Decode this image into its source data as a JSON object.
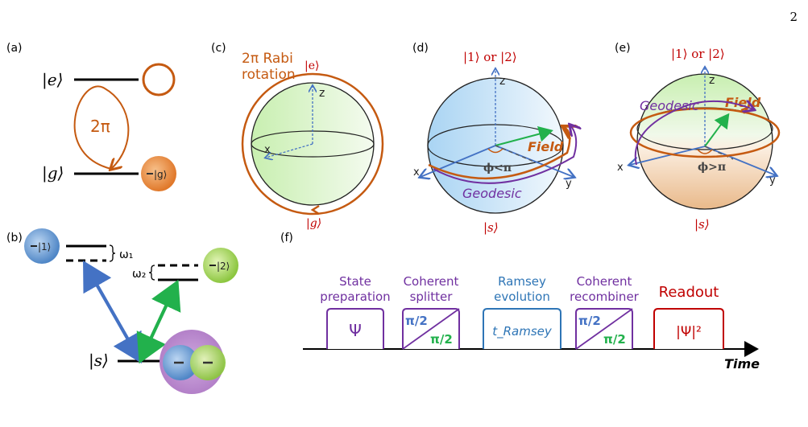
{
  "page_number": "2",
  "panels": {
    "a": {
      "label": "(a)",
      "ket_e": "|e⟩",
      "ket_g": "|g⟩",
      "loop_label": "2π",
      "atom_g_label": "|g⟩"
    },
    "b": {
      "label": "(b)",
      "atom_1_label": "|1⟩",
      "atom_2_label": "|2⟩",
      "omega_1": "ω₁",
      "omega_2": "ω₂",
      "ket_s": "|s⟩",
      "colors": {
        "blue": "#4472c4",
        "green": "#22b14c",
        "purple": "#b07cc6"
      }
    },
    "c": {
      "label": "(c)",
      "title_line1": "2π Rabi",
      "title_line2": "rotation",
      "top_state": "|e⟩",
      "bottom_state": "|g⟩",
      "axis_z": "z",
      "axis_x": "x"
    },
    "d": {
      "label": "(d)",
      "top_state": "|1⟩ or |2⟩",
      "bottom_state": "|s⟩",
      "axis_z": "z",
      "axis_x": "x",
      "axis_y": "y",
      "field_label": "Field",
      "geodesic_label": "Geodesic",
      "phi_label": "ϕ<π"
    },
    "e": {
      "label": "(e)",
      "top_state": "|1⟩ or |2⟩",
      "bottom_state": "|s⟩",
      "axis_z": "z",
      "axis_x": "x",
      "axis_y": "y",
      "field_label": "Field",
      "geodesic_label": "Geodesic",
      "phi_label": "ϕ>π"
    },
    "f": {
      "label": "(f)",
      "time_label": "Time",
      "stages": [
        {
          "title_line1": "State",
          "title_line2": "preparation",
          "content": "Ψ"
        },
        {
          "title_line1": "Coherent",
          "title_line2": "splitter",
          "content_top": "π/2",
          "content_bottom": "π/2"
        },
        {
          "title_line1": "Ramsey",
          "title_line2": "evolution",
          "content": "t_Ramsey"
        },
        {
          "title_line1": "Coherent",
          "title_line2": "recombiner",
          "content_top": "π/2",
          "content_bottom": "π/2"
        },
        {
          "title_line1": "Readout",
          "title_line2": "",
          "content": "|Ψ|²"
        }
      ]
    }
  }
}
